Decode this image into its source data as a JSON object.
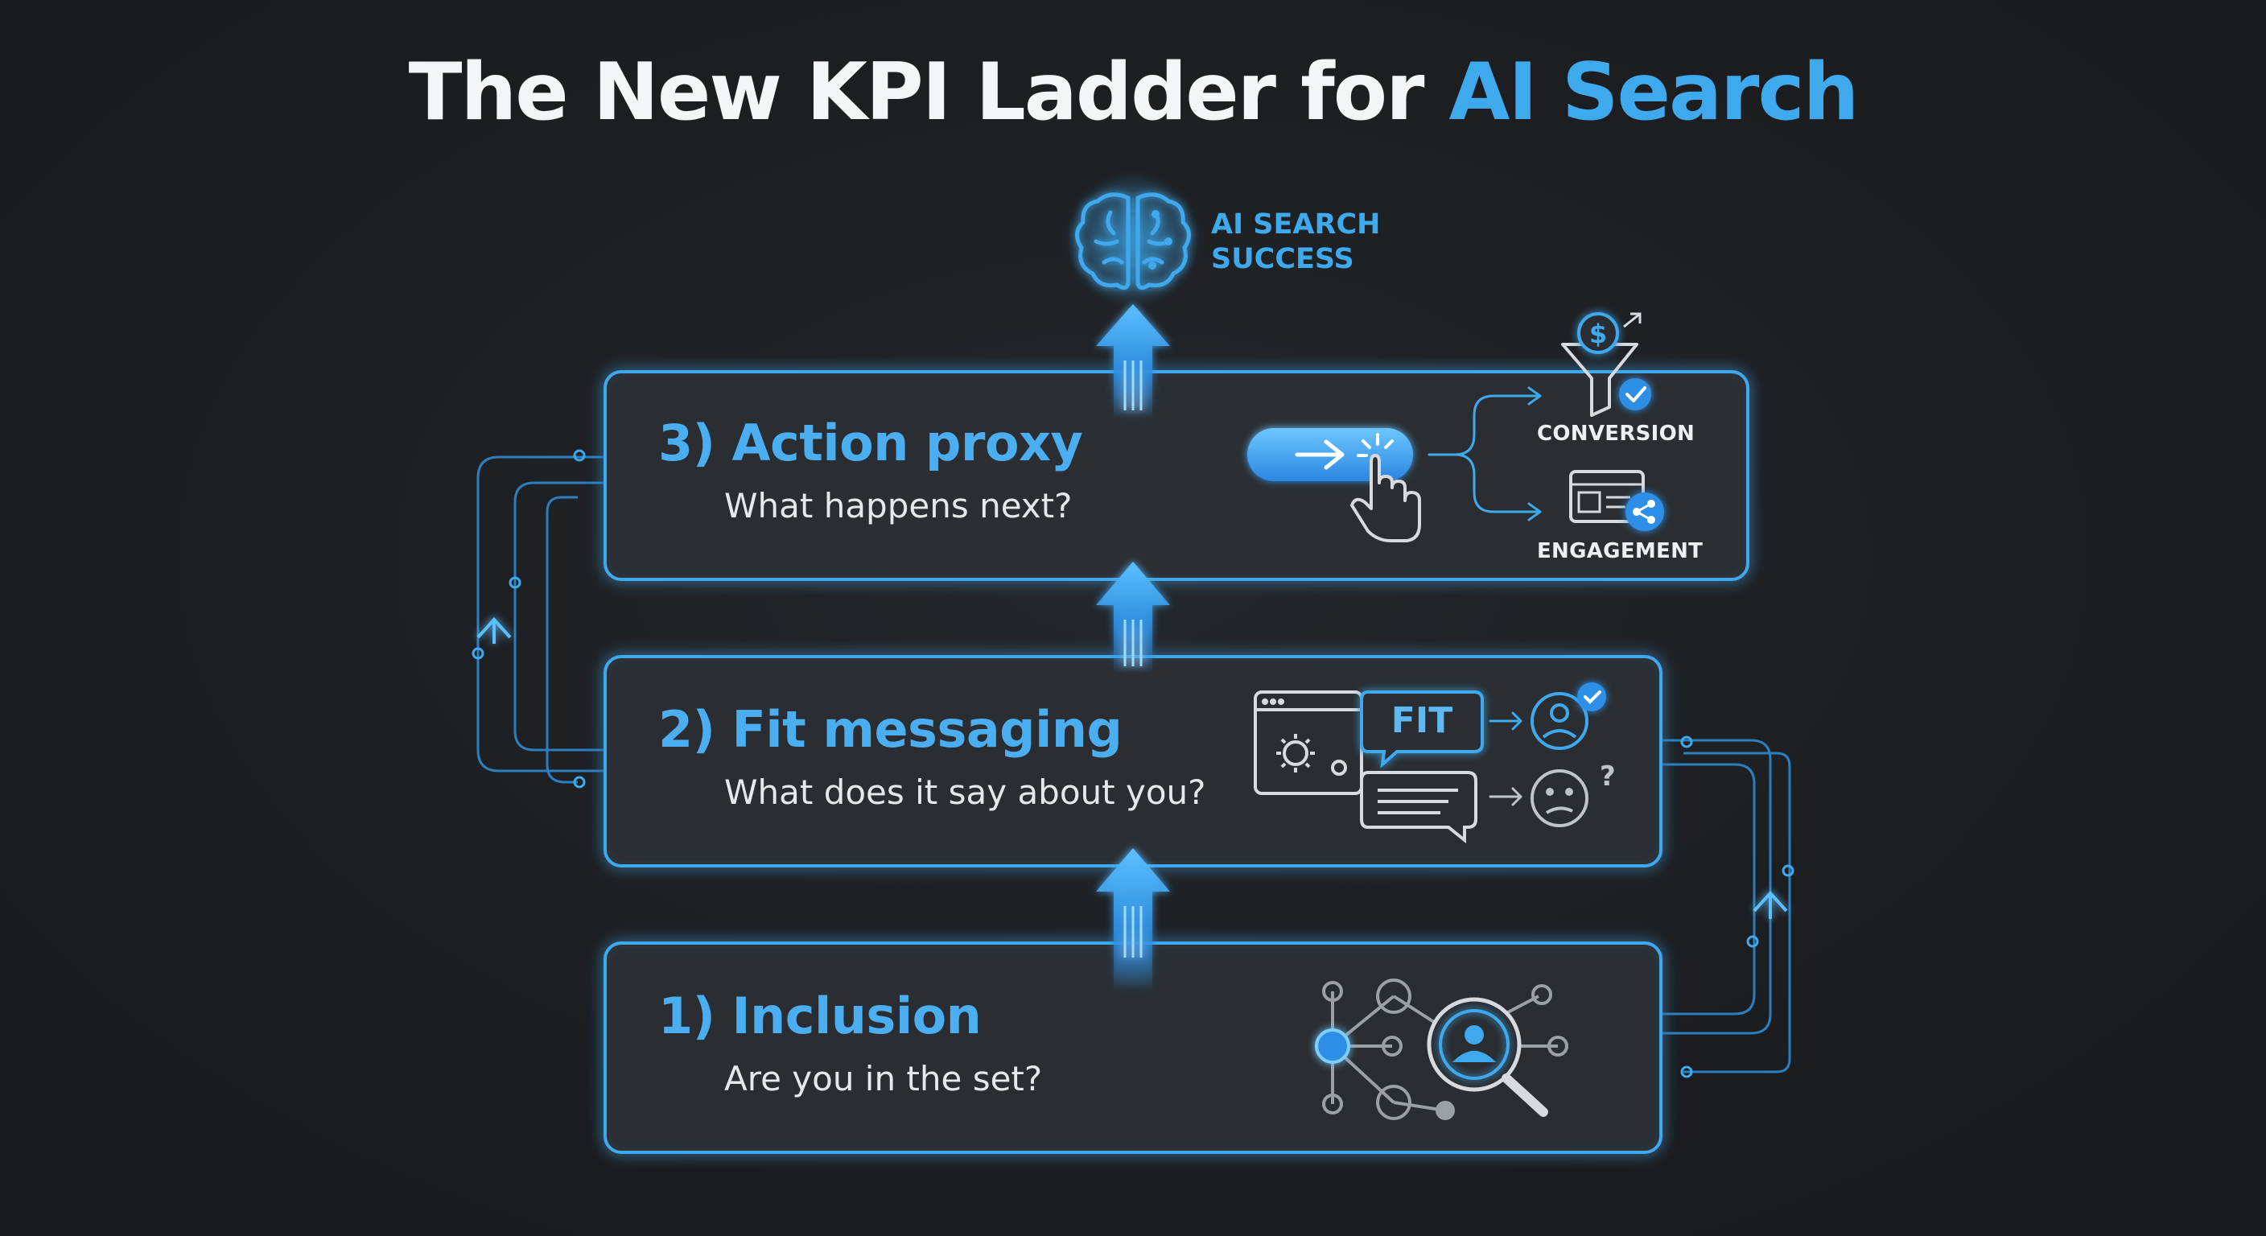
{
  "title": {
    "main": "The New KPI Ladder for ",
    "accent": "AI Search"
  },
  "goal": {
    "line1": "AI SEARCH",
    "line2": "SUCCESS",
    "icon": "brain-icon"
  },
  "steps": [
    {
      "title": "3) Action proxy",
      "subtitle": "What happens next?"
    },
    {
      "title": "2) Fit messaging",
      "subtitle": "What does it say about you?"
    },
    {
      "title": "1) Inclusion",
      "subtitle": "Are you in the set?"
    }
  ],
  "action_outcomes": {
    "conversion": "CONVERSION",
    "engagement": "ENGAGEMENT"
  },
  "fit_label": "FIT",
  "colors": {
    "accent": "#3fa9ee",
    "panel": "#2a2d31",
    "background": "#1c1e21",
    "text": "#e6e8ea"
  }
}
